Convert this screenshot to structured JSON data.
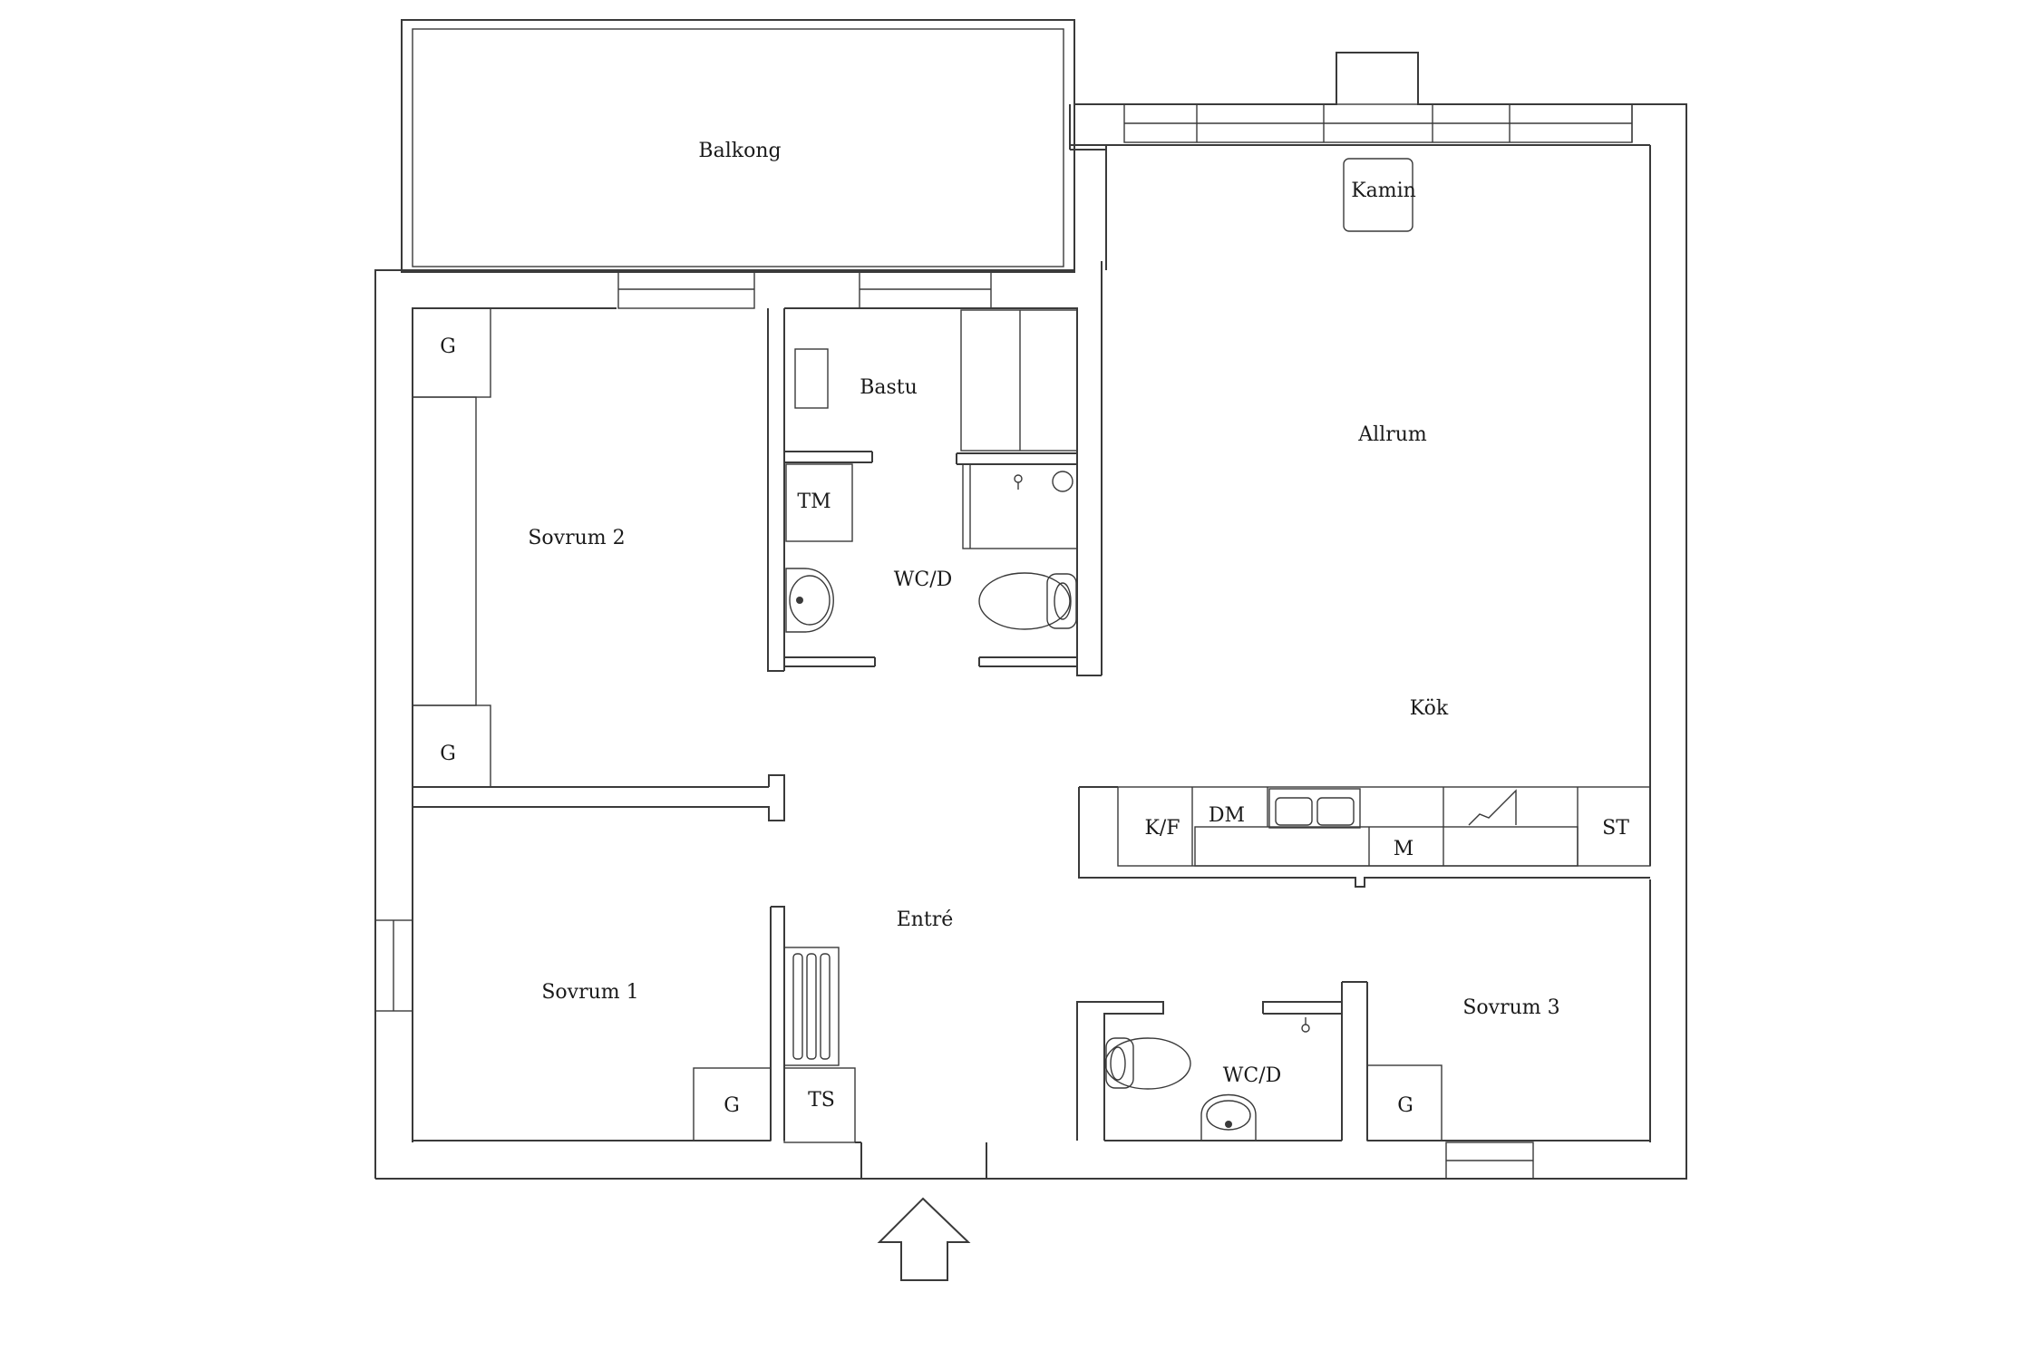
{
  "rooms": {
    "balkong": "Balkong",
    "kamin": "Kamin",
    "allrum": "Allrum",
    "kok": "Kök",
    "bastu": "Bastu",
    "tm": "TM",
    "wc_d_upper": "WC/D",
    "sovrum_2": "Sovrum 2",
    "sovrum_1": "Sovrum 1",
    "sovrum_3": "Sovrum 3",
    "entre": "Entré",
    "wc_d_lower": "WC/D",
    "ts": "TS"
  },
  "wardrobes": {
    "g_s2_top": "G",
    "g_s2_bottom": "G",
    "g_s1": "G",
    "g_s3": "G"
  },
  "kitchen": {
    "kf": "K/F",
    "dm": "DM",
    "m": "M",
    "st": "ST"
  },
  "entrance_arrow": "entrance-arrow-icon"
}
